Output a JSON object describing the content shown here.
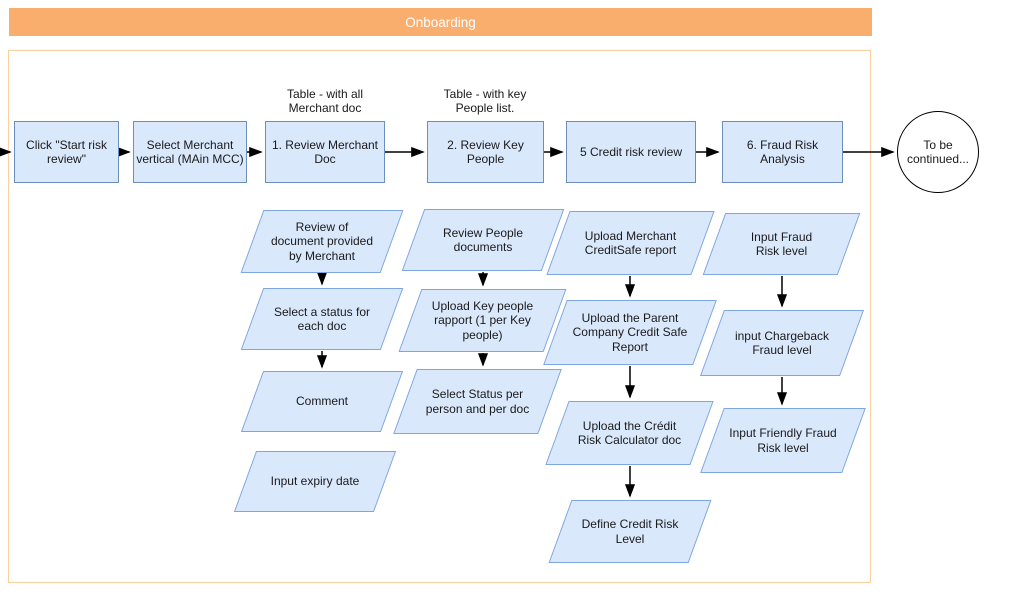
{
  "title": "Onboarding",
  "colors": {
    "header_bg": "#FAAE6D",
    "header_text": "#FFFFFF",
    "container_border": "#F9CFA2",
    "step_fill": "#DAE8FC",
    "step_border": "#6C8EBF",
    "io_fill": "#DAE8FC",
    "io_border": "#7EA6E0",
    "arrow": "#000000"
  },
  "steps": [
    {
      "label": "Click \"Start risk review\""
    },
    {
      "label": "Select Merchant vertical (MAin MCC)"
    },
    {
      "label": "1. Review Merchant Doc"
    },
    {
      "label": "2. Review Key People"
    },
    {
      "label": "5  Credit risk review"
    },
    {
      "label": "6. Fraud Risk Analysis"
    }
  ],
  "annotations": {
    "merchant_doc": {
      "line1": "Table - with all",
      "line2": "Merchant doc"
    },
    "key_people": {
      "line1": "Table - with key",
      "line2": "People list."
    }
  },
  "terminator": {
    "label": "To be continued..."
  },
  "io": {
    "merchant_doc": [
      "Review of document provided by Merchant",
      "Select a status for each doc",
      "Comment",
      "Input expiry date"
    ],
    "key_people": [
      "Review People documents",
      "Upload Key people rapport (1 per Key people)",
      "Select Status per person and per doc"
    ],
    "credit": [
      "Upload Merchant CreditSafe report",
      "Upload the Parent Company Credit Safe Report",
      "Upload the Crédit Risk Calculator doc",
      "Define Credit Risk Level"
    ],
    "fraud": [
      "Input Fraud Risk level",
      "input Chargeback Fraud level",
      "Input Friendly Fraud Risk level"
    ]
  }
}
